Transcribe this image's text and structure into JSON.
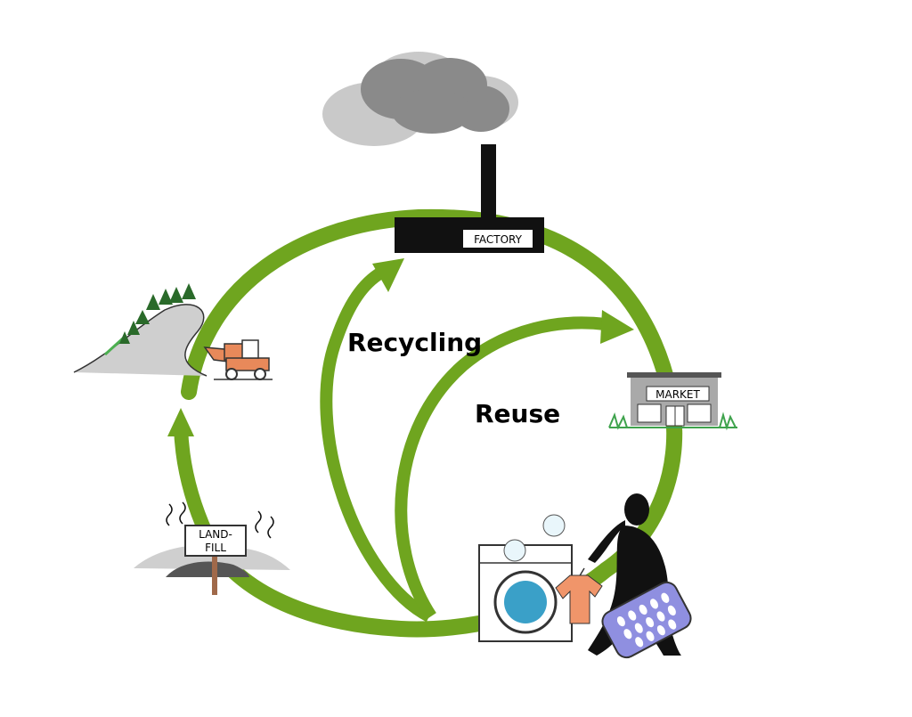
{
  "diagram": {
    "labels": {
      "recycling": "Recycling",
      "reuse": "Reuse",
      "factory": "FACTORY",
      "market": "MARKET",
      "landfill_line1": "LAND-",
      "landfill_line2": "FILL"
    },
    "colors": {
      "cycle_green": "#6fa51f",
      "smoke_dark": "#8a8a8a",
      "smoke_light": "#c9c9c9",
      "factory_black": "#111111",
      "earth_grey": "#cfcfcf",
      "loader_orange": "#e8895a",
      "shirt_orange": "#f0956a",
      "drum_blue": "#3aa0c8",
      "basket_blue": "#8f8fe0",
      "tree_green": "#2a6a2a"
    },
    "icons": [
      "smoke-cloud-icon",
      "factory-icon",
      "mine-hill-icon",
      "loader-truck-icon",
      "market-building-icon",
      "landfill-icon",
      "washing-machine-icon",
      "person-silhouette-icon",
      "shirt-on-hanger-icon",
      "laundry-basket-icon"
    ]
  }
}
